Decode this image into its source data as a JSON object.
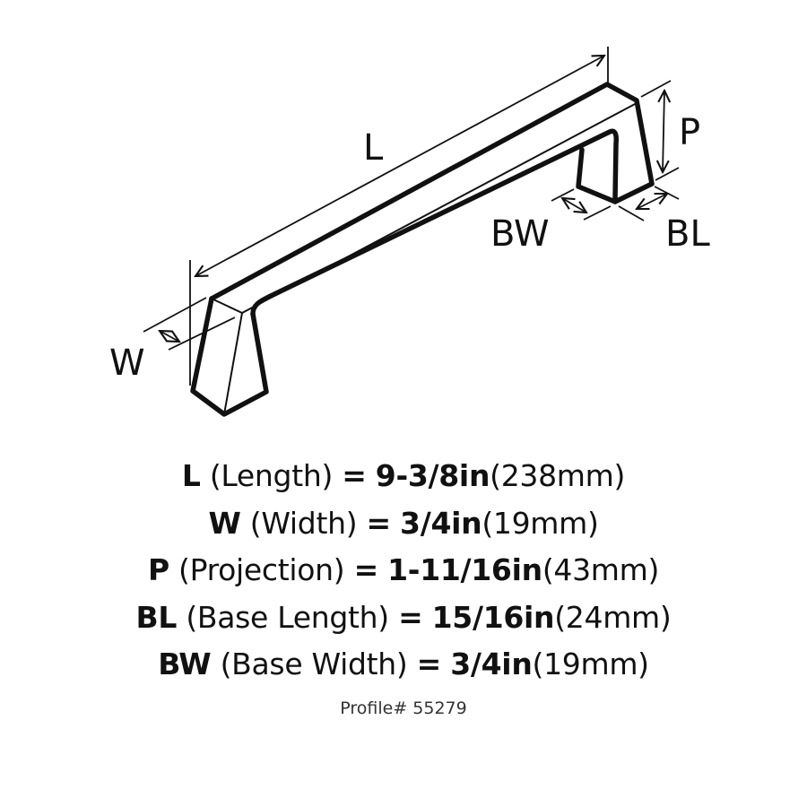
{
  "diagram": {
    "subject": "cabinet-pull-handle",
    "labels": {
      "L": "L",
      "W": "W",
      "P": "P",
      "BW": "BW",
      "BL": "BL"
    },
    "colors": {
      "line": "#111111",
      "background": "#ffffff"
    }
  },
  "specs": [
    {
      "abbr": "L",
      "name": "(Length)",
      "eq": "=",
      "imperial": "9-3/8in",
      "metric": "(238mm)"
    },
    {
      "abbr": "W",
      "name": "(Width)",
      "eq": "=",
      "imperial": "3/4in",
      "metric": "(19mm)"
    },
    {
      "abbr": "P",
      "name": "(Projection)",
      "eq": "=",
      "imperial": "1-11/16in",
      "metric": "(43mm)"
    },
    {
      "abbr": "BL",
      "name": "(Base Length)",
      "eq": "=",
      "imperial": "15/16in",
      "metric": "(24mm)"
    },
    {
      "abbr": "BW",
      "name": "(Base Width)",
      "eq": "=",
      "imperial": "3/4in",
      "metric": "(19mm)"
    }
  ],
  "profile": "Profile# 55279"
}
